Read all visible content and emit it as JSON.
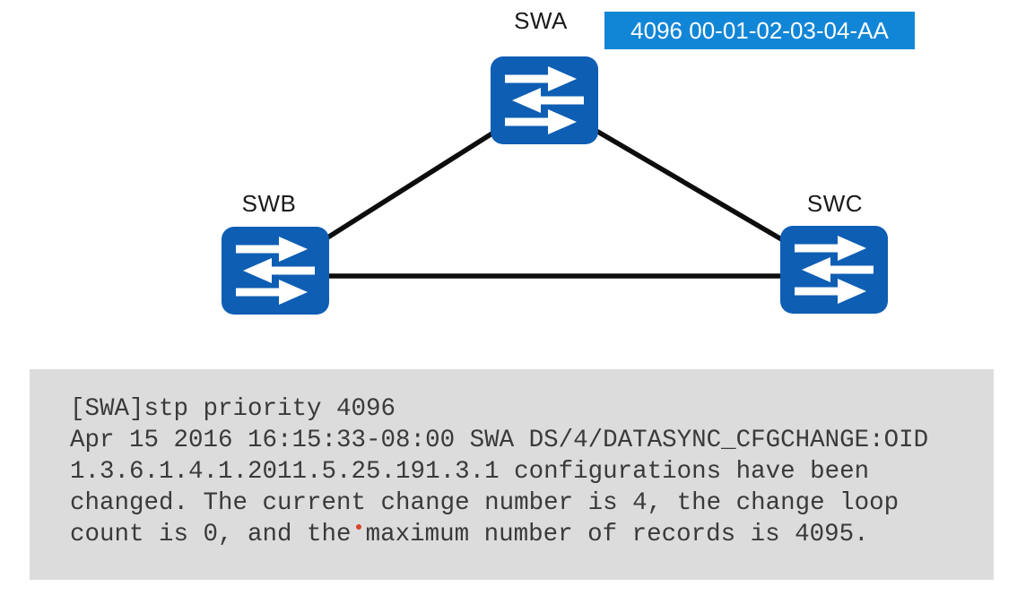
{
  "topology": {
    "nodes": [
      {
        "id": "SWA",
        "label": "SWA"
      },
      {
        "id": "SWB",
        "label": "SWB"
      },
      {
        "id": "SWC",
        "label": "SWC"
      }
    ],
    "swa_bridge_tag": "4096 00-01-02-03-04-AA",
    "links": [
      {
        "from": "SWA",
        "to": "SWB"
      },
      {
        "from": "SWA",
        "to": "SWC"
      },
      {
        "from": "SWB",
        "to": "SWC"
      }
    ]
  },
  "console": {
    "lines": [
      "[SWA]stp priority 4096",
      "Apr 15 2016 16:15:33-08:00 SWA DS/4/DATASYNC_CFGCHANGE:OID",
      "1.3.6.1.4.1.2011.5.25.191.3.1 configurations have been",
      "changed. The current change number is 4, the change loop"
    ],
    "last_line": {
      "before_marker": "count is 0, and the",
      "after_marker": "maximum number of records is 4095."
    }
  },
  "colors": {
    "switch_blue": "#0e5eb4",
    "tag_blue": "#1286d6",
    "link_black": "#0d0d0d",
    "console_background": "#dcdcdc",
    "console_text": "#3a3a3a",
    "label_text": "#1a1a1a",
    "marker_red": "#d9442a"
  }
}
